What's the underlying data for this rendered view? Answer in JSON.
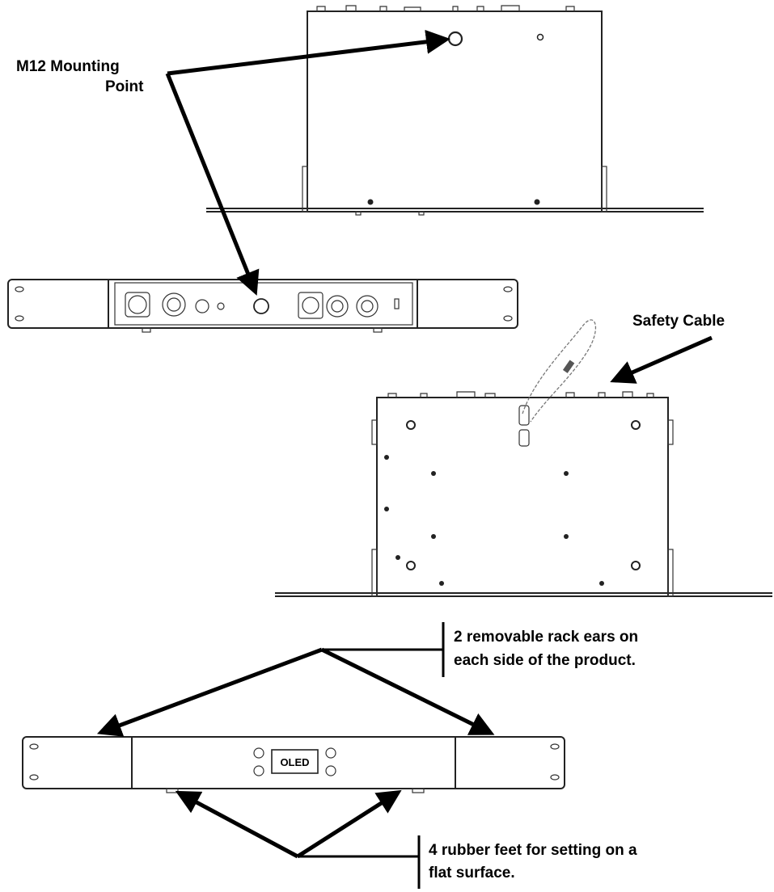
{
  "labels": {
    "m12_line1": "M12 Mounting",
    "m12_line2": "Point",
    "safety_cable": "Safety Cable",
    "rack_ears_line1": "2 removable rack ears on",
    "rack_ears_line2": "each side of the product.",
    "feet_line1": "4 rubber feet for setting on a",
    "feet_line2": "flat surface.",
    "oled": "OLED"
  }
}
